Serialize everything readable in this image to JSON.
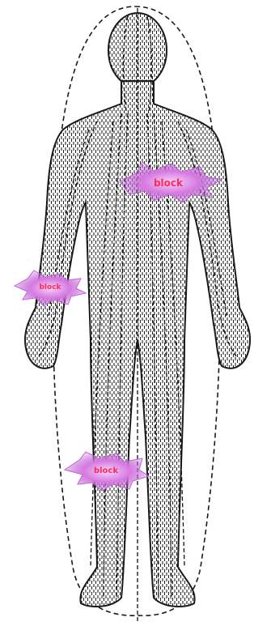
{
  "diagram": {
    "markers": [
      {
        "id": "chest",
        "label": "block"
      },
      {
        "id": "wrist",
        "label": "block"
      },
      {
        "id": "knee",
        "label": "block"
      }
    ],
    "colors": {
      "line": "#1a1a1a",
      "marker_fill": "#d67ae0",
      "marker_glow": "#f3c9f7",
      "label": "#ff2a5a",
      "background": "#ffffff"
    },
    "icons": [
      "human-body-outline",
      "energy-block-burst"
    ]
  }
}
